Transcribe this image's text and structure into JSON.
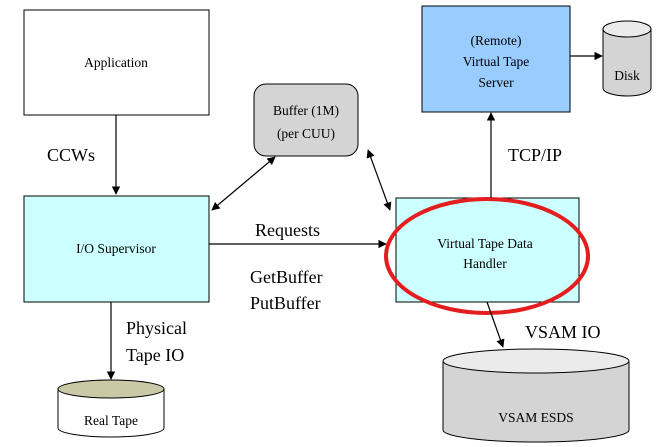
{
  "nodes": {
    "application": {
      "label": "Application"
    },
    "buffer": {
      "line1": "Buffer (1M)",
      "line2": "(per CUU)"
    },
    "remote_server": {
      "line1": "(Remote)",
      "line2": "Virtual Tape",
      "line3": "Server"
    },
    "disk": {
      "label": "Disk"
    },
    "io_supervisor": {
      "label": "I/O Supervisor"
    },
    "vt_data_handler": {
      "line1": "Virtual Tape Data",
      "line2": "Handler"
    },
    "real_tape": {
      "label": "Real Tape"
    },
    "vsam_esds": {
      "label": "VSAM ESDS"
    }
  },
  "edges": {
    "ccws": "CCWs",
    "tcp_ip": "TCP/IP",
    "requests": "Requests",
    "get_buffer": "GetBuffer",
    "put_buffer": "PutBuffer",
    "physical": "Physical",
    "tape_io": "Tape IO",
    "vsam_io": "VSAM IO"
  },
  "colors": {
    "cyan_fill": "#ccffff",
    "blue_fill": "#99ccff",
    "gray_fill": "#d4d4d4",
    "highlight_ellipse": "#e41e1e"
  }
}
